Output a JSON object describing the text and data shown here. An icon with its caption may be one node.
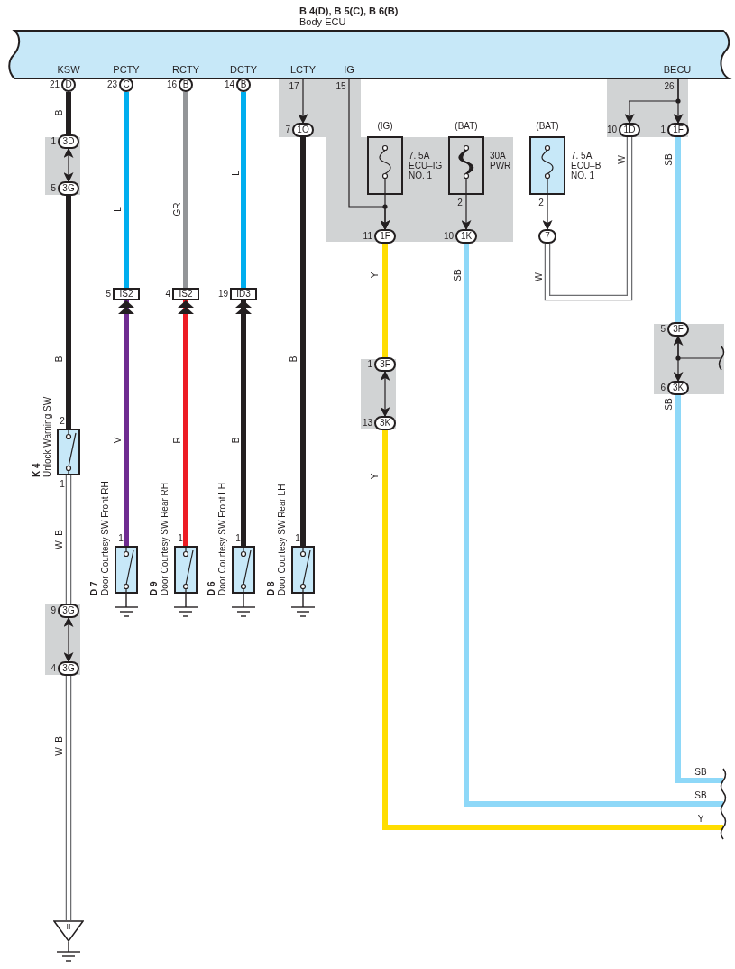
{
  "diagram": {
    "nodes": [
      {
        "text": [
          "B 4(D), B 5(C), B 6(B)",
          "Body ECU"
        ]
      },
      {
        "text": [
          "D"
        ],
        "beside": [
          "21"
        ]
      },
      {
        "text": [
          "C"
        ],
        "beside": [
          "23"
        ]
      },
      {
        "text": [
          "B"
        ],
        "beside": [
          "16"
        ]
      },
      {
        "text": [
          "B"
        ],
        "beside": [
          "14"
        ]
      },
      {
        "text": [
          "3D"
        ],
        "beside": [
          "1"
        ]
      },
      {
        "text": [
          "3G"
        ],
        "beside": [
          "5"
        ]
      },
      {
        "text": [
          "1O"
        ],
        "beside": [
          "7"
        ]
      },
      {
        "text": [
          "(IG)"
        ],
        "beside": [
          "7. 5A ECU–IG NO. 1"
        ]
      },
      {
        "text": [
          "(BAT)"
        ],
        "beside": [
          "30A PWR"
        ]
      },
      {
        "text": [
          "(BAT)"
        ],
        "beside": [
          "7. 5A ECU–B NO. 1"
        ]
      },
      {
        "text": [
          "1F"
        ],
        "beside": [
          "11"
        ]
      },
      {
        "text": [
          "1K"
        ],
        "beside": [
          "10"
        ]
      },
      {
        "text": [
          "7"
        ]
      },
      {
        "text": [
          "1D"
        ],
        "beside": [
          "10"
        ]
      },
      {
        "text": [
          "1F"
        ],
        "beside": [
          "1"
        ]
      },
      {
        "text": [
          "IS2"
        ],
        "beside": [
          "5"
        ]
      },
      {
        "text": [
          "IS2"
        ],
        "beside": [
          "4"
        ]
      },
      {
        "text": [
          "ID3"
        ],
        "beside": [
          "19"
        ]
      },
      {
        "text": [
          "3F"
        ],
        "beside": [
          "5"
        ]
      },
      {
        "text": [
          "3K"
        ],
        "beside": [
          "6"
        ]
      },
      {
        "text": [
          "3F"
        ],
        "beside": [
          "1"
        ]
      },
      {
        "text": [
          "3K"
        ],
        "beside": [
          "13"
        ]
      },
      {
        "text": [],
        "shape": "box",
        "beside": [
          "K 4",
          "Unlock Warning SW"
        ]
      },
      {
        "text": [],
        "shape": "box",
        "beside": [
          "D 7",
          "Door Courtesy SW Front RH"
        ]
      },
      {
        "text": [],
        "shape": "box",
        "beside": [
          "D 9",
          "Door Courtesy SW Rear RH"
        ]
      },
      {
        "text": [],
        "shape": "box",
        "beside": [
          "D 6",
          "Door Courtesy SW Front LH"
        ]
      },
      {
        "text": [],
        "shape": "box",
        "beside": [
          "D 8",
          "Door Courtesy SW Rear LH"
        ]
      },
      {
        "text": [
          "3G"
        ],
        "beside": [
          "9"
        ]
      },
      {
        "text": [
          "3G"
        ],
        "beside": [
          "4"
        ]
      },
      {
        "text": [
          "II"
        ]
      }
    ],
    "edges": [
      {
        "from": 1,
        "to": 5,
        "arrow": "none",
        "label": "B",
        "color": "#231f20"
      },
      {
        "from": 5,
        "to": 6,
        "arrow": "both"
      },
      {
        "from": 6,
        "to": 23,
        "arrow": "none",
        "label": "B",
        "color": "#231f20"
      },
      {
        "from": 23,
        "to": 28,
        "arrow": "none",
        "label": "W–B",
        "color": "#ffffff"
      },
      {
        "from": 28,
        "to": 29,
        "arrow": "both"
      },
      {
        "from": 29,
        "to": 30,
        "arrow": "none",
        "label": "W–B",
        "color": "#ffffff"
      },
      {
        "from": 2,
        "to": 16,
        "arrow": "none",
        "label": "L",
        "color": "#00aeef"
      },
      {
        "from": 24,
        "to": 16,
        "arrow": "to",
        "label": "V",
        "color": "#6f2c91"
      },
      {
        "from": 3,
        "to": 17,
        "arrow": "none",
        "label": "GR",
        "color": "#939598"
      },
      {
        "from": 25,
        "to": 17,
        "arrow": "to",
        "label": "R",
        "color": "#ed1c24"
      },
      {
        "from": 4,
        "to": 18,
        "arrow": "none",
        "label": "L",
        "color": "#00aeef"
      },
      {
        "from": 26,
        "to": 18,
        "arrow": "to",
        "label": "B",
        "color": "#231f20"
      },
      {
        "from": 0,
        "to": 7,
        "arrow": "to"
      },
      {
        "from": 7,
        "to": 27,
        "arrow": "none",
        "label": "B",
        "color": "#231f20"
      },
      {
        "from": 0,
        "to": 11,
        "arrow": "to"
      },
      {
        "from": 8,
        "to": 11,
        "arrow": "to"
      },
      {
        "from": 11,
        "to": 21,
        "arrow": "none",
        "label": "Y",
        "color": "#ffdd00"
      },
      {
        "from": 21,
        "to": 22,
        "arrow": "both"
      },
      {
        "from": 22,
        "to": null,
        "arrow": "none",
        "label": "Y",
        "color": "#ffdd00"
      },
      {
        "from": 9,
        "to": 12,
        "arrow": "to"
      },
      {
        "from": 12,
        "to": null,
        "arrow": "none",
        "label": "SB",
        "color": "#8ed8f8"
      },
      {
        "from": 10,
        "to": 13,
        "arrow": "to"
      },
      {
        "from": 13,
        "to": 14,
        "arrow": "none",
        "label": "W",
        "color": "#ffffff"
      },
      {
        "from": 0,
        "to": 14,
        "arrow": "to"
      },
      {
        "from": 0,
        "to": 15,
        "arrow": "to"
      },
      {
        "from": 15,
        "to": 19,
        "arrow": "none",
        "label": "SB",
        "color": "#8ed8f8"
      },
      {
        "from": 19,
        "to": 20,
        "arrow": "both"
      },
      {
        "from": 19,
        "to": null,
        "arrow": "none"
      },
      {
        "from": 20,
        "to": null,
        "arrow": "none",
        "label": "SB",
        "color": "#8ed8f8"
      }
    ],
    "labels": [
      "KSW",
      "PCTY",
      "RCTY",
      "DCTY",
      "LCTY",
      "IG",
      "BECU",
      "17",
      "15",
      "26",
      "2",
      "2",
      "2",
      "1",
      "1",
      "1",
      "1",
      "1",
      "W",
      "SB",
      "SB",
      "Y"
    ]
  }
}
